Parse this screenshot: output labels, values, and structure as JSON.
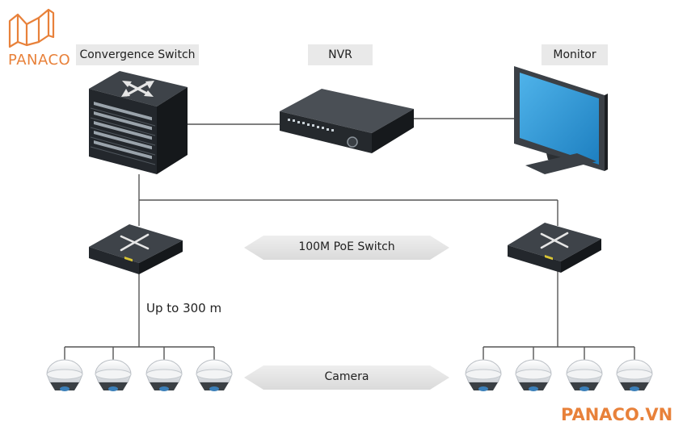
{
  "logo": {
    "text": "PANACO",
    "color": "#e8813a"
  },
  "labels": {
    "convergence_switch": "Convergence Switch",
    "nvr": "NVR",
    "monitor": "Monitor",
    "poe_switch": "100M PoE Switch",
    "distance": "Up to 300 m",
    "camera": "Camera"
  },
  "watermark": {
    "text": "PANACO.VN",
    "color": "#e8813a"
  },
  "colors": {
    "line": "#555555",
    "label_bg": "#e9e9e9",
    "device_dark": "#2d3136",
    "screen": "#2f9ad8"
  }
}
